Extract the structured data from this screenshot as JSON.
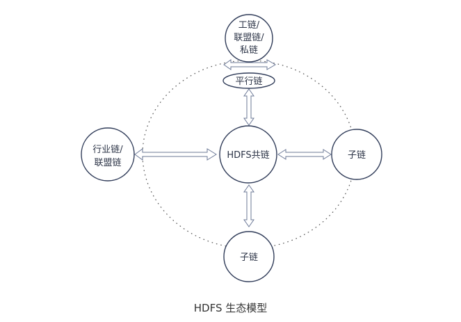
{
  "nodes": {
    "top": [
      "工链/",
      "联盟链/",
      "私链"
    ],
    "parallel": "平行链",
    "center": "HDFS共链",
    "left": [
      "行业链/",
      "联盟链"
    ],
    "right": "子链",
    "bottom": "子链"
  },
  "caption": "HDFS 生态模型"
}
